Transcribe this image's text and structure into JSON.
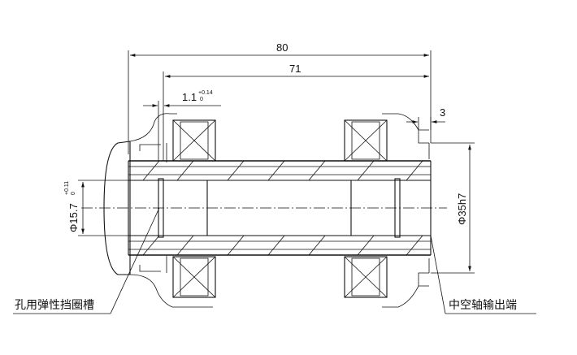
{
  "dimensions": {
    "overall_length": "80",
    "inner_length": "71",
    "groove_offset": "1.1",
    "groove_offset_tol_upper": "+0.14",
    "groove_offset_tol_lower": "0",
    "flange_width": "3",
    "bore_diameter": "Φ15.7",
    "bore_tol_upper": "+0.11",
    "bore_tol_lower": "0",
    "shaft_diameter": "Φ35h7"
  },
  "labels": {
    "left_callout": "孔用弹性挡圈槽",
    "right_callout": "中空轴输出端"
  }
}
